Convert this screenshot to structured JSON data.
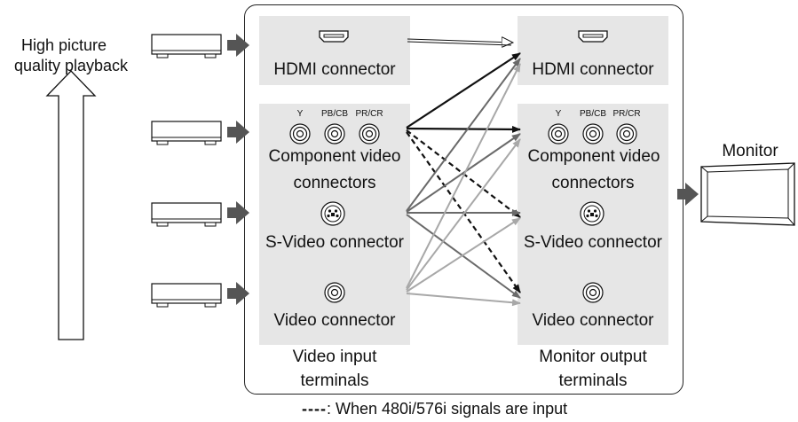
{
  "left_label": {
    "line1": "High picture",
    "line2": "quality playback"
  },
  "input": {
    "hdmi": "HDMI connector",
    "component": {
      "line1": "Component video",
      "line2": "connectors",
      "jacks": [
        "Y",
        "PB/CB",
        "PR/CR"
      ]
    },
    "svideo": "S-Video connector",
    "video": "Video connector",
    "caption": {
      "line1": "Video input",
      "line2": "terminals"
    }
  },
  "output": {
    "hdmi": "HDMI connector",
    "component": {
      "line1": "Component video",
      "line2": "connectors",
      "jacks": [
        "Y",
        "PB/CB",
        "PR/CR"
      ]
    },
    "svideo": "S-Video connector",
    "video": "Video connector",
    "caption": {
      "line1": "Monitor output",
      "line2": "terminals"
    }
  },
  "monitor_label": "Monitor",
  "footnote": {
    "dashes": "----",
    "text": ": When 480i/576i signals are input"
  },
  "colors": {
    "panel": "#e6e6e6",
    "dark_arrow": "#111111",
    "mid_arrow": "#777777",
    "light_arrow": "#aaaaaa",
    "block_arrow": "#555555"
  }
}
